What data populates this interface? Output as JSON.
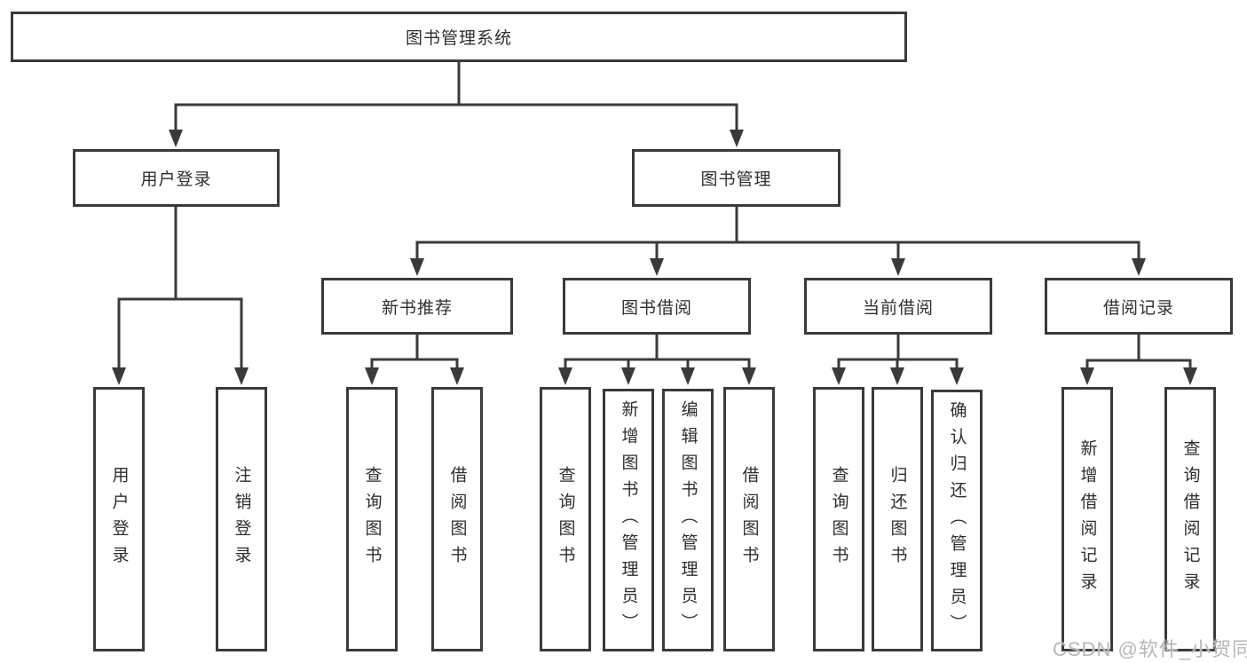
{
  "diagram": {
    "type": "hierarchy-tree",
    "colors": {
      "line": "#3a3a3a",
      "box_border": "#3a3a3a",
      "text": "#2e2e2e",
      "background": "#ffffff",
      "watermark": "#b7b7b7"
    },
    "tree": {
      "root": {
        "label": "图书管理系统",
        "children": [
          {
            "label": "用户登录",
            "children": [
              {
                "label": "用户登录"
              },
              {
                "label": "注销登录"
              }
            ]
          },
          {
            "label": "图书管理",
            "children": [
              {
                "label": "新书推荐",
                "children": [
                  {
                    "label": "查询图书"
                  },
                  {
                    "label": "借阅图书"
                  }
                ]
              },
              {
                "label": "图书借阅",
                "children": [
                  {
                    "label": "查询图书"
                  },
                  {
                    "label": "新增图书（管理员）"
                  },
                  {
                    "label": "编辑图书（管理员）"
                  },
                  {
                    "label": "借阅图书"
                  }
                ]
              },
              {
                "label": "当前借阅",
                "children": [
                  {
                    "label": "查询图书"
                  },
                  {
                    "label": "归还图书"
                  },
                  {
                    "label": "确认归还（管理员）"
                  }
                ]
              },
              {
                "label": "借阅记录",
                "children": [
                  {
                    "label": "新增借阅记录"
                  },
                  {
                    "label": "查询借阅记录"
                  }
                ]
              }
            ]
          }
        ]
      }
    },
    "watermark": {
      "text": "CSDN @软件_小贺同学"
    }
  }
}
